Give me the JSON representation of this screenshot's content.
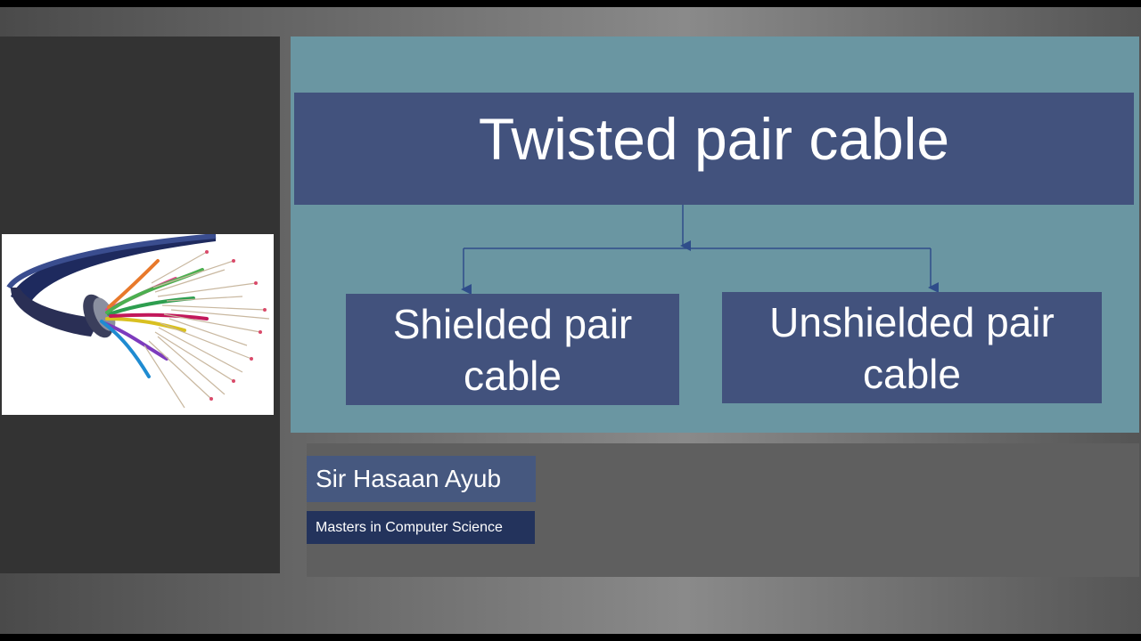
{
  "diagram": {
    "title": "Twisted pair cable",
    "children": [
      {
        "label": "Shielded pair cable"
      },
      {
        "label": "Unshielded pair cable"
      }
    ]
  },
  "presenter": {
    "name": "Sir Hasaan Ayub",
    "degree": "Masters in Computer Science"
  },
  "colors": {
    "box_fill": "#42527d",
    "panel_teal": "#6a96a2",
    "name_box": "#46587f",
    "degree_box": "#23335c",
    "connector": "#2f4d8a"
  },
  "image": {
    "subject": "cable-photo"
  }
}
